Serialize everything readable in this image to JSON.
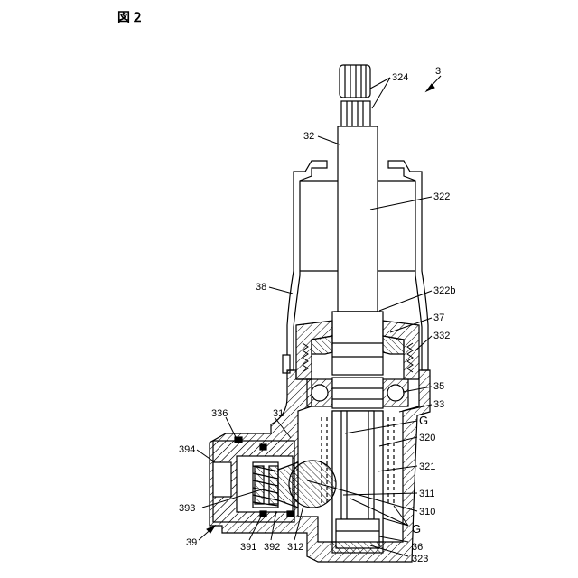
{
  "figure_label": "図２",
  "colors": {
    "line": "#000000",
    "paper": "#ffffff",
    "hatch": "#000000"
  },
  "labels": {
    "l3": "3",
    "l324": "324",
    "l32": "32",
    "l322": "322",
    "l38": "38",
    "l322b": "322b",
    "l37": "37",
    "l332": "332",
    "l35": "35",
    "l33": "33",
    "lG1": "G",
    "l336": "336",
    "l31": "31",
    "l320": "320",
    "l394": "394",
    "l321": "321",
    "l311": "311",
    "l393": "393",
    "l310": "310",
    "lG2": "G",
    "l39": "39",
    "l391": "391",
    "l392": "392",
    "l312": "312",
    "l36": "36",
    "l323": "323"
  }
}
